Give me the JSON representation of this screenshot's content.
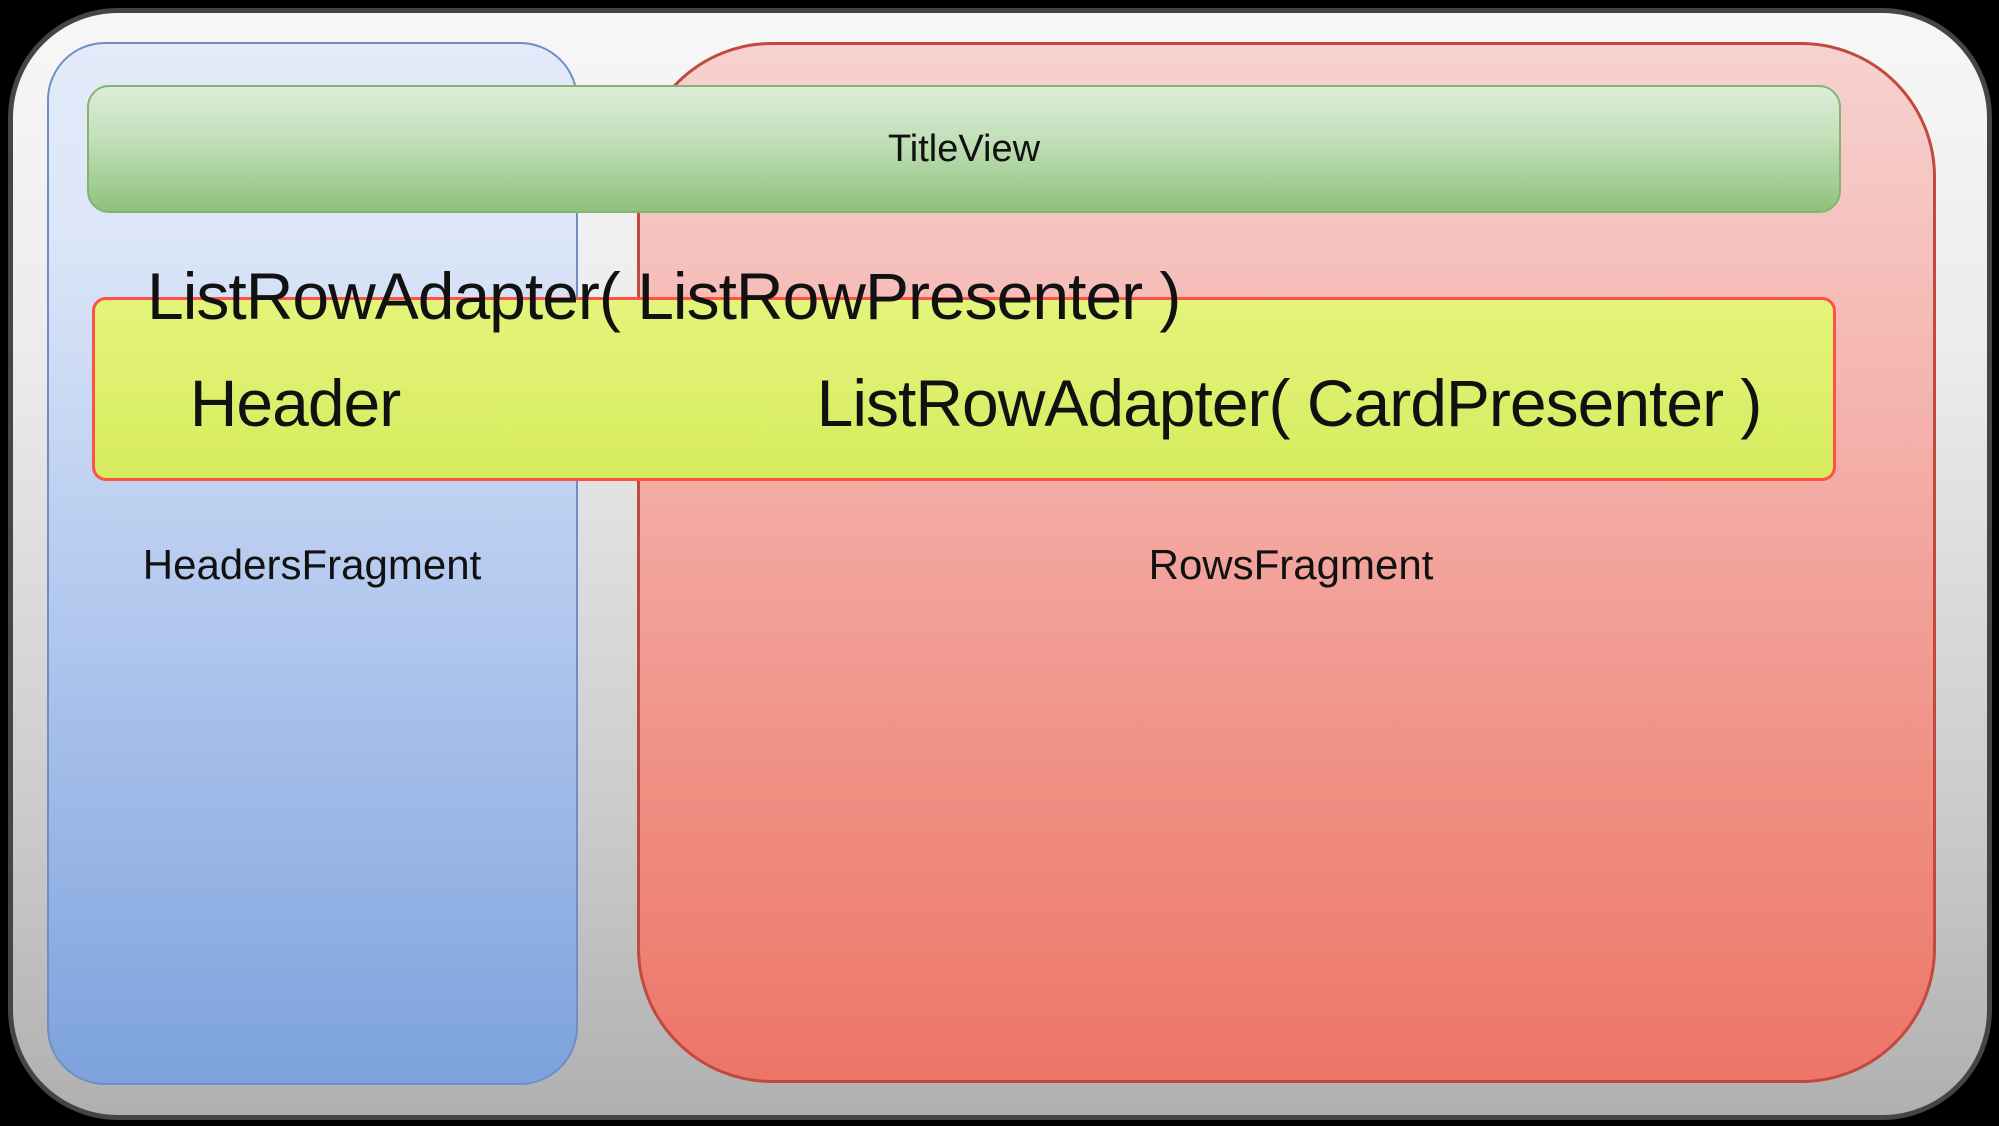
{
  "diagram": {
    "title_view": {
      "label": "TitleView"
    },
    "headers_fragment": {
      "label": "HeadersFragment"
    },
    "rows_fragment": {
      "label": "RowsFragment"
    },
    "list_row_adapter": {
      "caption": "ListRowAdapter( ListRowPresenter )",
      "header_label": "Header",
      "card_adapter_label": "ListRowAdapter( CardPresenter )"
    },
    "colors": {
      "canvas": "#000000",
      "frame_top": "#f7f7f7",
      "frame_bottom": "#b0b0b0",
      "frame_border": "#454545",
      "headers_top": "#e3ebfa",
      "headers_bottom": "#7da2dc",
      "headers_border": "#6e8fc4",
      "rows_top": "#f7d2d0",
      "rows_bottom": "#ed7568",
      "rows_border": "#c2493d",
      "title_top": "#dcedd8",
      "title_bottom": "#8ec27c",
      "title_border": "#83b470",
      "adapter_fill": "#def06e",
      "adapter_border": "#ff5247",
      "text": "#111111"
    }
  }
}
